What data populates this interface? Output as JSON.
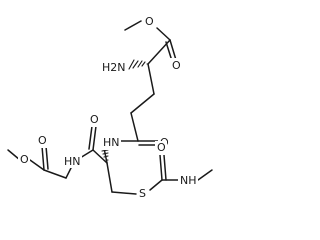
{
  "molecule": {
    "atom_labels": {
      "nh2": "H2N",
      "ester_o_top_carbonyl": "O",
      "ester_o_top_single": "O",
      "amide_nh_upper": "HN",
      "amide_o_upper": "O",
      "glycine_ester_o_single": "O",
      "glycine_ester_o_carbonyl": "O",
      "amide_o_lower": "O",
      "amide_nh_lower": "HN",
      "thio_s": "S",
      "carbamoyl_o": "O",
      "carbamoyl_nh": "NH"
    },
    "colors": {
      "ink": "#1a1a1a",
      "background": "#ffffff"
    }
  }
}
